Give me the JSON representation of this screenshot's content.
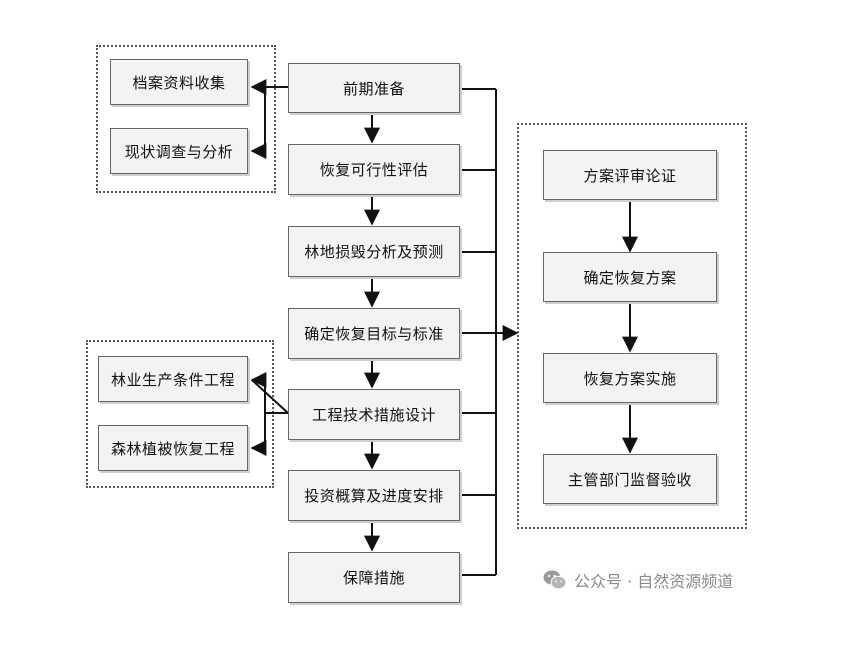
{
  "main": {
    "prep": "前期准备",
    "eval": "恢复可行性评估",
    "damage": "林地损毁分析及预测",
    "target": "确定恢复目标与标准",
    "design": "工程技术措施设计",
    "invest": "投资概算及进度安排",
    "guarantee": "保障措施"
  },
  "left_top": {
    "archive": "档案资料收集",
    "survey": "现状调查与分析"
  },
  "left_bottom": {
    "production": "林业生产条件工程",
    "vegetation": "森林植被恢复工程"
  },
  "right": {
    "review": "方案评审论证",
    "confirm": "确定恢复方案",
    "implement": "恢复方案实施",
    "supervise": "主管部门监督验收"
  },
  "watermark": {
    "text": "公众号 · 自然资源频道",
    "icon": "wechat-icon"
  },
  "colors": {
    "line": "#111111",
    "box_fill": "#f3f3f3",
    "watermark": "#8a8a8a"
  }
}
